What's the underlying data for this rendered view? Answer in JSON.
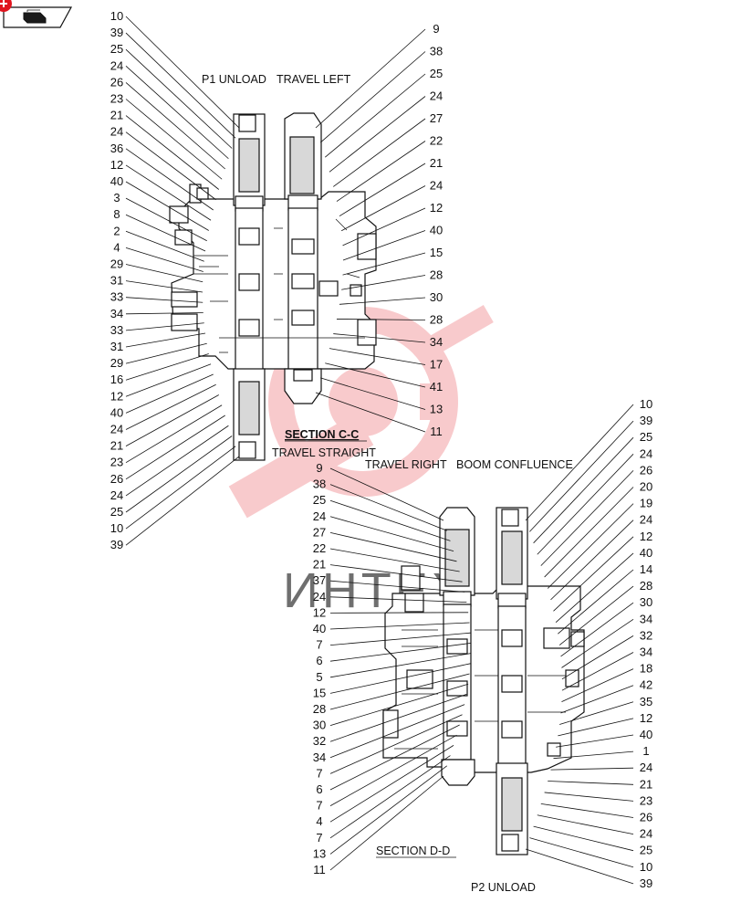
{
  "toolbar": {
    "icon": "book-icon",
    "badge_color": "#e0141e"
  },
  "watermark": {
    "text": "ИНТЕХ",
    "color": "#e0141e"
  },
  "diagram_cc": {
    "section_label": "SECTION  C-C",
    "titles": {
      "p1_unload": "P1 UNLOAD",
      "travel_left": "TRAVEL LEFT",
      "travel_straight": "TRAVEL STRAIGHT"
    },
    "left_callouts": [
      "10",
      "39",
      "25",
      "24",
      "26",
      "23",
      "21",
      "24",
      "36",
      "12",
      "40",
      "3",
      "8",
      "2",
      "4",
      "29",
      "31",
      "33",
      "34",
      "33",
      "31",
      "29",
      "16",
      "12",
      "40",
      "24",
      "21",
      "23",
      "26",
      "24",
      "25",
      "10",
      "39"
    ],
    "right_callouts": [
      "9",
      "38",
      "25",
      "24",
      "27",
      "22",
      "21",
      "24",
      "12",
      "40",
      "15",
      "28",
      "30",
      "28",
      "34",
      "17",
      "41",
      "13",
      "11"
    ]
  },
  "diagram_dd": {
    "section_label": "SECTION  D-D",
    "titles": {
      "travel_right": "TRAVEL RIGHT",
      "boom_confluence": "BOOM CONFLUENCE",
      "p2_unload": "P2 UNLOAD"
    },
    "left_callouts": [
      "9",
      "38",
      "25",
      "24",
      "27",
      "22",
      "21",
      "37",
      "24",
      "12",
      "40",
      "7",
      "6",
      "5",
      "15",
      "28",
      "30",
      "32",
      "34",
      "7",
      "6",
      "7",
      "4",
      "7",
      "13",
      "11"
    ],
    "right_callouts": [
      "10",
      "39",
      "25",
      "24",
      "26",
      "20",
      "19",
      "24",
      "12",
      "40",
      "14",
      "28",
      "30",
      "34",
      "32",
      "34",
      "18",
      "42",
      "35",
      "12",
      "40",
      "1",
      "24",
      "21",
      "23",
      "26",
      "24",
      "25",
      "10",
      "39"
    ]
  }
}
